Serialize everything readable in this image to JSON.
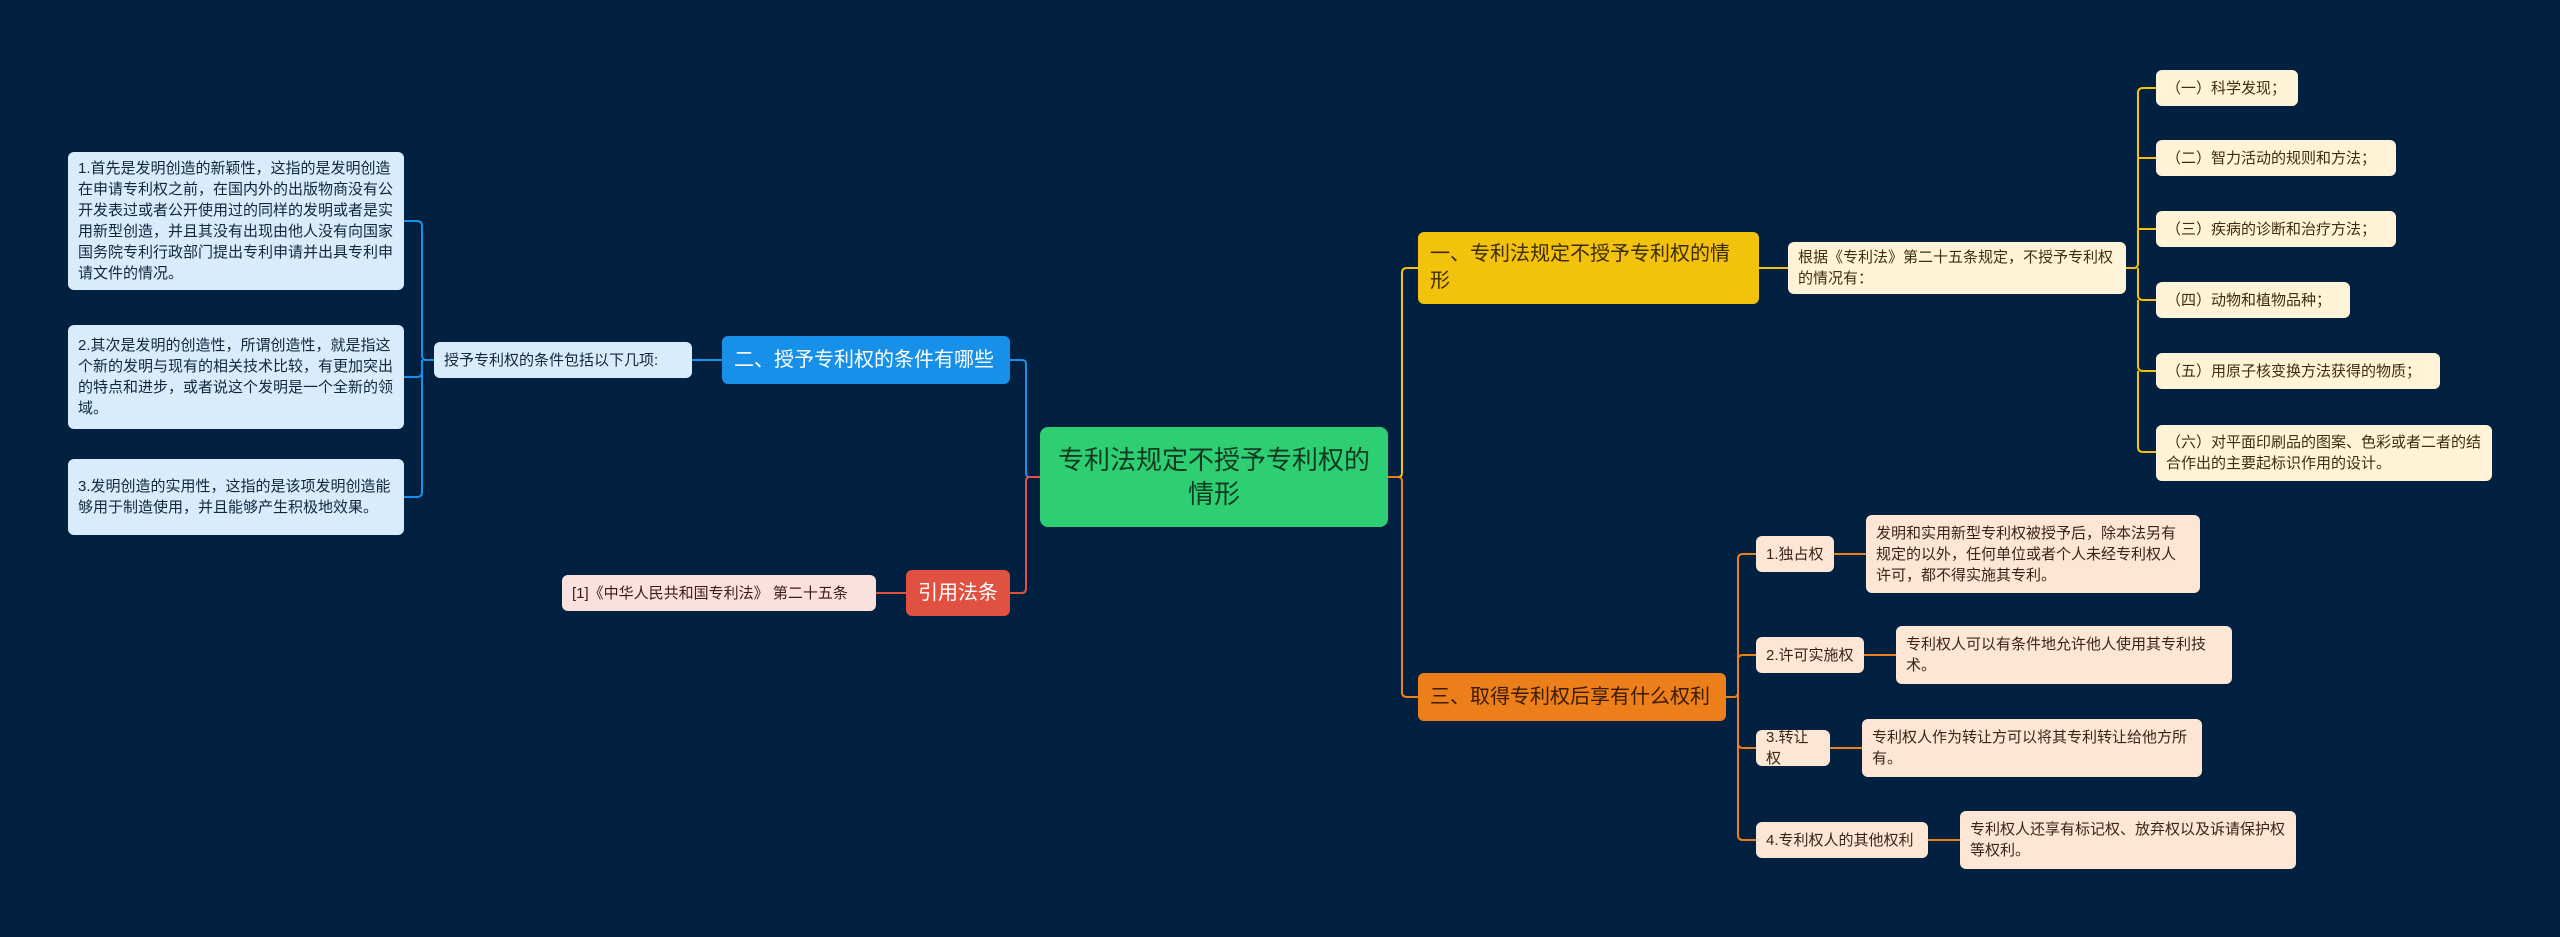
{
  "root": "专利法规定不授予专利权的情形",
  "branch1": {
    "label": "一、专利法规定不授予专利权的情形",
    "intro": "根据《专利法》第二十五条规定，不授予专利权的情况有：",
    "items": [
      "（一）科学发现；",
      "（二）智力活动的规则和方法；",
      "（三）疾病的诊断和治疗方法；",
      "（四）动物和植物品种；",
      "（五）用原子核变换方法获得的物质；",
      "（六）对平面印刷品的图案、色彩或者二者的结合作出的主要起标识作用的设计。"
    ]
  },
  "branch3": {
    "label": "三、取得专利权后享有什么权利",
    "rights": [
      {
        "name": "1.独占权",
        "desc": "发明和实用新型专利权被授予后，除本法另有规定的以外，任何单位或者个人未经专利权人许可，都不得实施其专利。"
      },
      {
        "name": "2.许可实施权",
        "desc": "专利权人可以有条件地允许他人使用其专利技术。"
      },
      {
        "name": "3.转让权",
        "desc": "专利权人作为转让方可以将其专利转让给他方所有。"
      },
      {
        "name": "4.专利权人的其他权利",
        "desc": "专利权人还享有标记权、放弃权以及诉请保护权等权利。"
      }
    ]
  },
  "branch2": {
    "label": "二、授予专利权的条件有哪些",
    "intro": "授予专利权的条件包括以下几项:",
    "conditions": [
      "1.首先是发明创造的新颖性，这指的是发明创造在申请专利权之前，在国内外的出版物商没有公开发表过或者公开使用过的同样的发明或者是实用新型创造，并且其没有出现由他人没有向国家国务院专利行政部门提出专利申请并出具专利申请文件的情况。",
      "2.其次是发明的创造性，所谓创造性，就是指这个新的发明与现有的相关技术比较，有更加突出的特点和进步，或者说这个发明是一个全新的领域。",
      "3.发明创造的实用性，这指的是该项发明创造能够用于制造使用，并且能够产生积极地效果。"
    ]
  },
  "branch4": {
    "label": "引用法条",
    "ref": "[1]《中华人民共和国专利法》 第二十五条"
  },
  "colors": {
    "background": "#02203f",
    "root": "#2dcf72",
    "branch1": "#f3c20d",
    "branch3": "#ec7f1a",
    "branch2": "#1690e8",
    "branch4": "#e05141"
  }
}
